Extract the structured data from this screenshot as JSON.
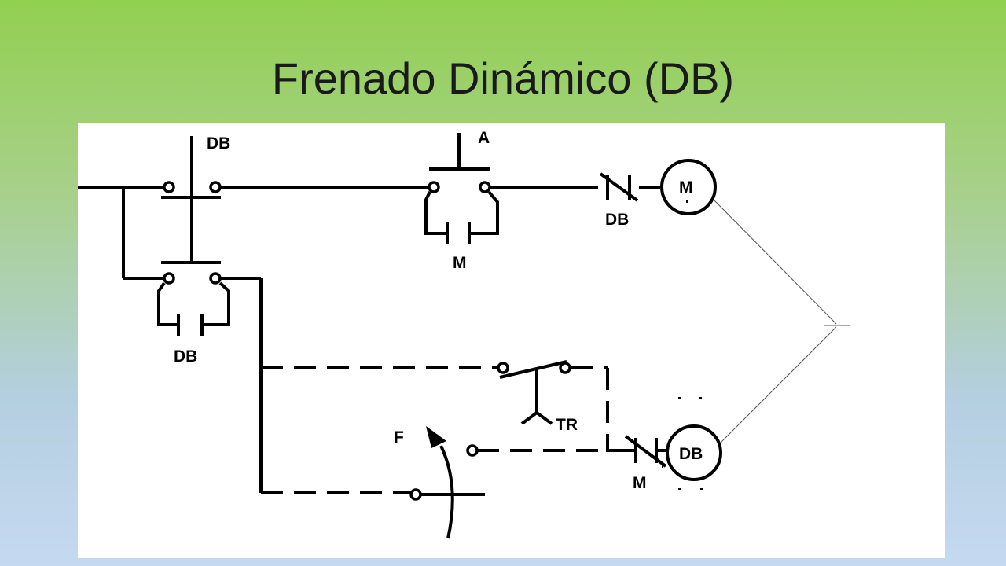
{
  "slide": {
    "title": "Frenado Dinámico (DB)"
  },
  "diagram": {
    "labels": {
      "db_top_contact": "DB",
      "a_button": "A",
      "m_hold_contact": "M",
      "db_nc_contact": "DB",
      "motor_coil": "M",
      "db_hold_contact": "DB",
      "tr_contact": "TR",
      "f_switch": "F",
      "m_nc_contact": "M",
      "db_coil": "DB"
    }
  }
}
